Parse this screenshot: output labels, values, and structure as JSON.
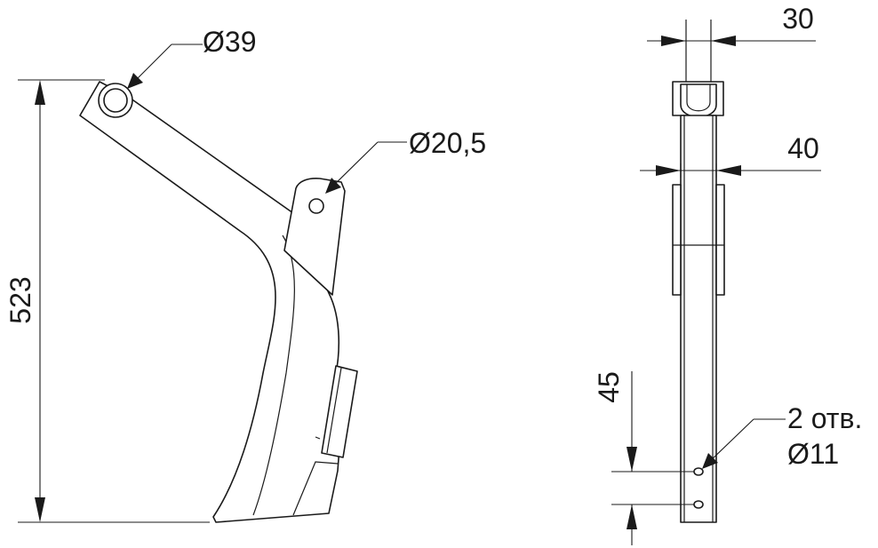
{
  "side_view": {
    "height_dim": "523",
    "top_hole_dim": "Ø39",
    "bracket_hole_dim": "Ø20,5"
  },
  "front_view": {
    "top_width_dim": "30",
    "bar_width_dim": "40",
    "hole_spacing_dim": "45",
    "holes_note_count": "2 отв.",
    "holes_note_diameter": "Ø11"
  },
  "colors": {
    "line": "#1a1a1a",
    "background": "#ffffff"
  }
}
